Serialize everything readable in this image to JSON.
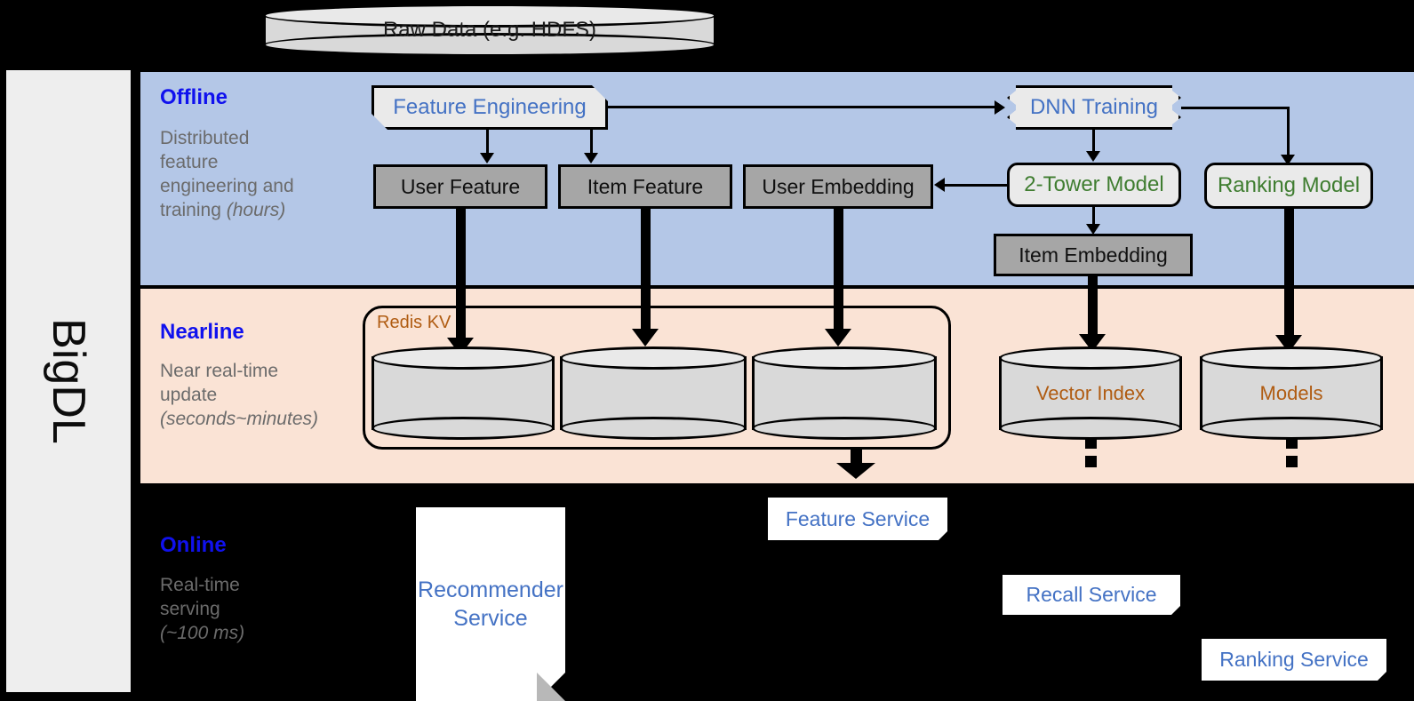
{
  "framework": {
    "name": "BigDL"
  },
  "bands": [
    {
      "id": "offline",
      "title": "Offline",
      "subtitle": "Distributed feature engineering and ",
      "subtitle_italic": "(hours)"
    },
    {
      "id": "nearline",
      "title": "Nearline",
      "subtitle": "Near real-time update ",
      "subtitle_italic": "(seconds~minutes)"
    },
    {
      "id": "online",
      "title": "Online",
      "subtitle": "Real-time serving ",
      "subtitle_italic": "(~100 ms)"
    }
  ],
  "offline_subtitle_lines": [
    "Distributed",
    "feature",
    "engineering and",
    "training "
  ],
  "nearline_subtitle_lines": [
    "Near real-time",
    "update"
  ],
  "online_subtitle_lines": [
    "Real-time",
    "serving"
  ],
  "source": {
    "label": "Raw Data (e.g. HDFS)"
  },
  "offline": {
    "feature_engineering": "Feature Engineering",
    "dnn_training": "DNN Training",
    "user_feature": "User Feature",
    "item_feature": "Item Feature",
    "user_embedding": "User Embedding",
    "two_tower_model": "2-Tower Model",
    "ranking_model": "Ranking Model",
    "item_embedding": "Item Embedding"
  },
  "nearline": {
    "redis_kv": "Redis KV",
    "stores": [
      "",
      "",
      ""
    ],
    "vector_index": "Vector Index",
    "models": "Models"
  },
  "online": {
    "recommender_service": "Recommender Service",
    "recommender_service_line1": "Recommender",
    "recommender_service_line2": "Service",
    "feature_service": "Feature Service",
    "recall_service": "Recall Service",
    "ranking_service": "Ranking Service"
  },
  "colors": {
    "offline_band": "#b4c7e7",
    "nearline_band": "#fae3d5",
    "band_title": "#1011ee",
    "band_subtitle": "#6b6b6b",
    "blue_text": "#4472c4",
    "green_text": "#3f7d30",
    "brown_text": "#b05c12",
    "gray_box": "#a6a6a6",
    "proc_box": "#eaeaea",
    "canvas": "#000000",
    "rail": "#eeeeee"
  }
}
